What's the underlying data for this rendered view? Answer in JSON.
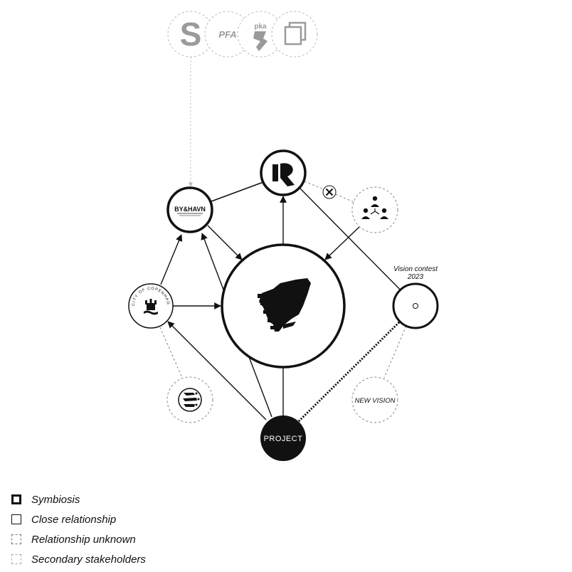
{
  "investors": {
    "s_mark": "S",
    "pfa": "PFA",
    "pka": "pka"
  },
  "nodes": {
    "byhavn": "BY&HAVN",
    "city_of_copenhagen": "CITY OF COPENHAGEN",
    "vision_contest_line1": "Vision contest",
    "vision_contest_line2": "2023",
    "new_vision": "NEW VISION",
    "project": "PROJECT"
  },
  "legend": [
    {
      "label": "Symbiosis"
    },
    {
      "label": "Close relationship"
    },
    {
      "label": "Relationship unknown"
    },
    {
      "label": "Secondary stakeholders"
    }
  ],
  "colors": {
    "ink": "#111111",
    "dashed_light": "#aaaaaa",
    "dashed_dark": "#777777",
    "investor_gray": "#9a9a9a"
  }
}
